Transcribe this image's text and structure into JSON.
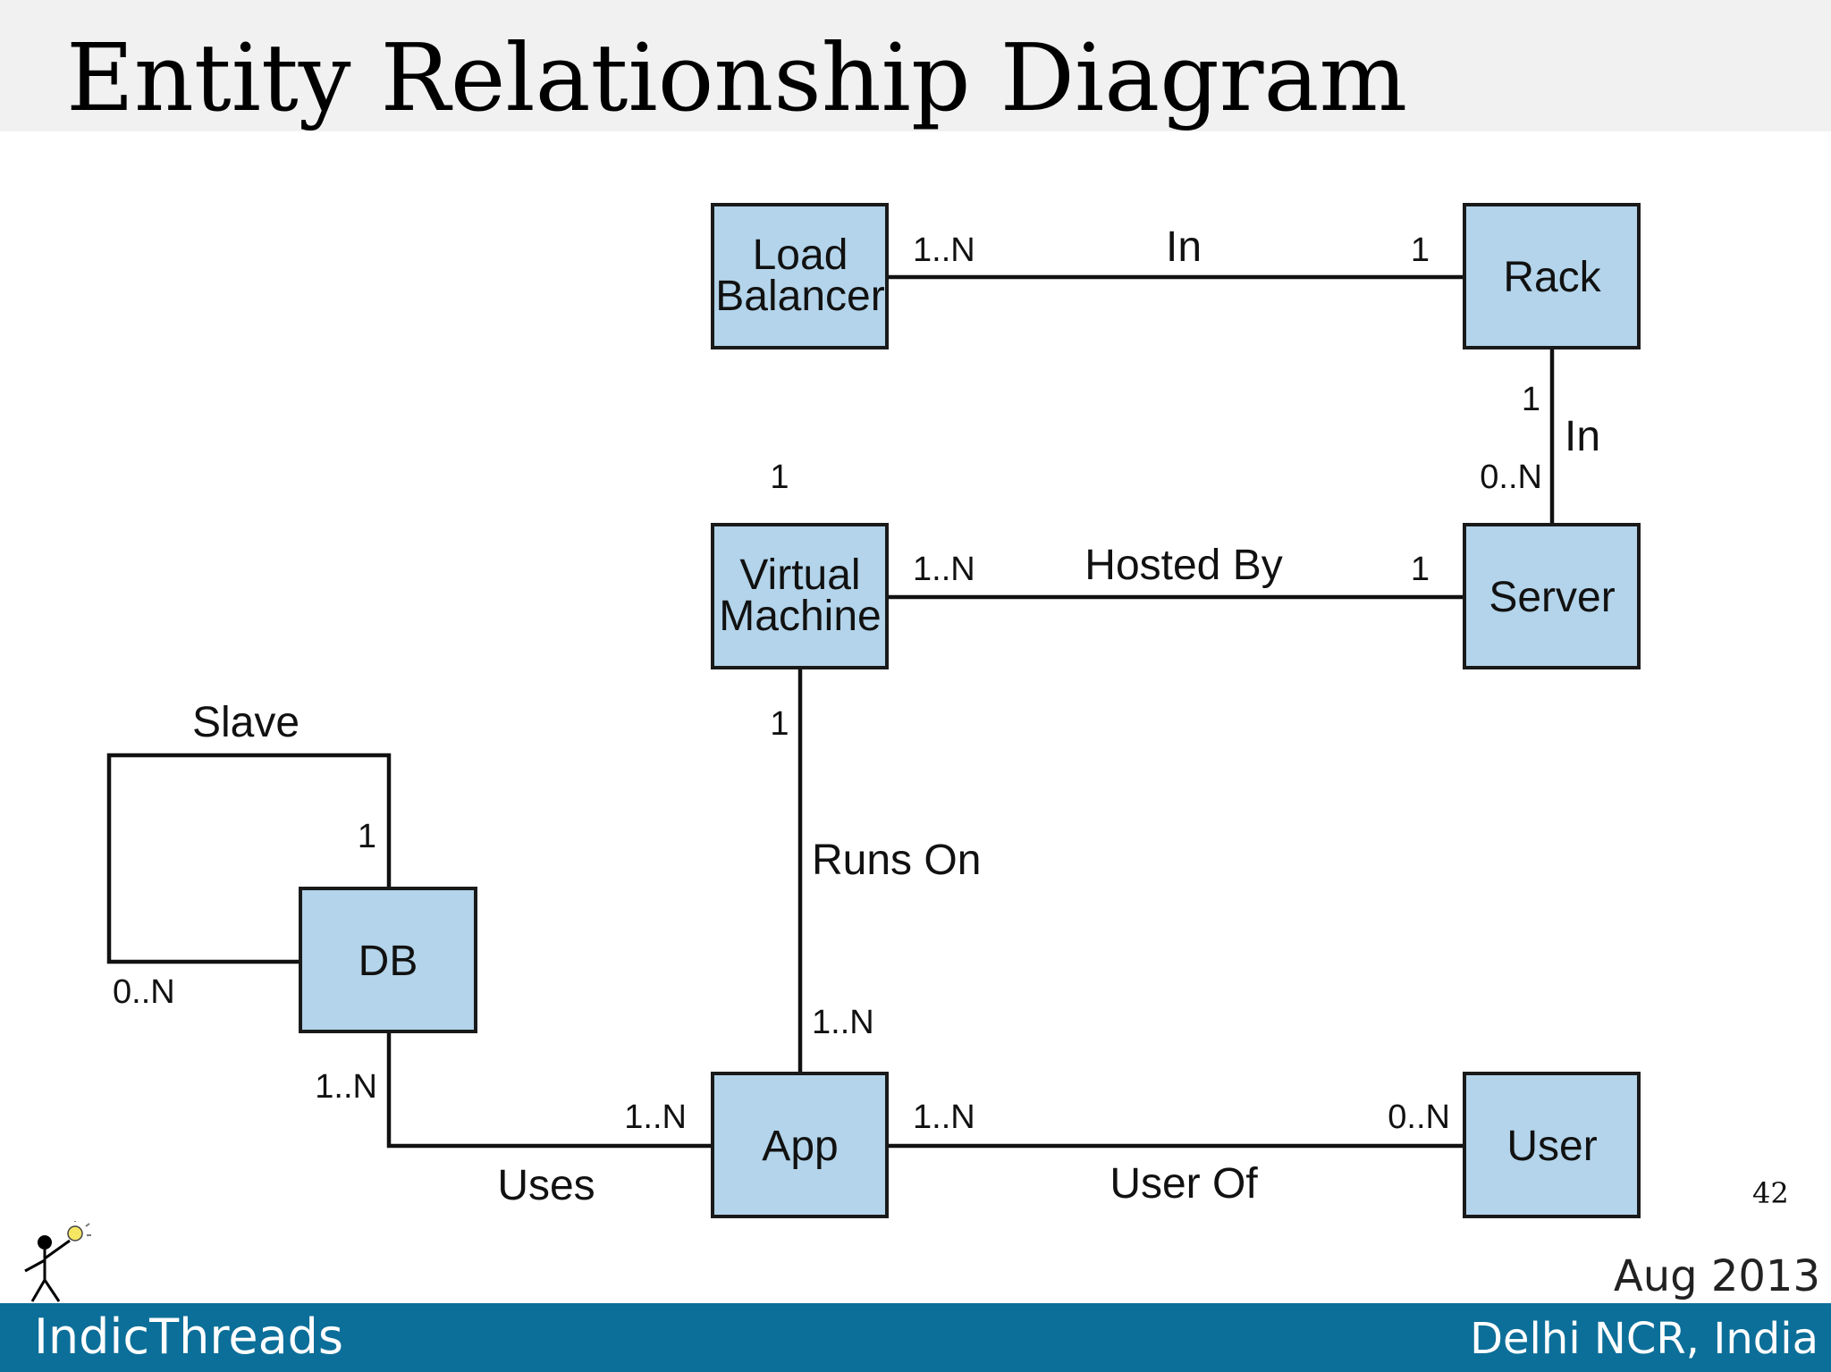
{
  "slide": {
    "title": "Entity Relationship Diagram",
    "page_number": "42",
    "date": "Aug 2013",
    "brand": "IndicThreads",
    "location": "Delhi NCR, India"
  },
  "colors": {
    "entity_fill": "#b3d4ea",
    "title_band": "#f1f1f1",
    "footer_band": "#0c6f99"
  },
  "diagram": {
    "entities": {
      "load_balancer": [
        "Load",
        "Balancer"
      ],
      "rack": [
        "Rack"
      ],
      "virtual_machine": [
        "Virtual",
        "Machine"
      ],
      "server": [
        "Server"
      ],
      "db": [
        "DB"
      ],
      "app": [
        "App"
      ],
      "user": [
        "User"
      ]
    },
    "relationships": {
      "lb_rack": {
        "label": "In",
        "from_card": "1..N",
        "to_card": "1"
      },
      "rack_server": {
        "label": "In",
        "from_card": "1",
        "to_card": "0..N"
      },
      "vm_server": {
        "label": "Hosted By",
        "from_card": "1..N",
        "to_card": "1"
      },
      "app_vm": {
        "label": "Runs On",
        "from_card": "1..N",
        "to_card": "1"
      },
      "db_slave": {
        "label": "Slave",
        "from_card": "1",
        "to_card": "0..N"
      },
      "app_db": {
        "label": "Uses",
        "from_card": "1..N",
        "to_card": "1..N"
      },
      "app_user": {
        "label": "User Of",
        "from_card": "1..N",
        "to_card": "0..N"
      }
    },
    "stray_card": "1"
  }
}
